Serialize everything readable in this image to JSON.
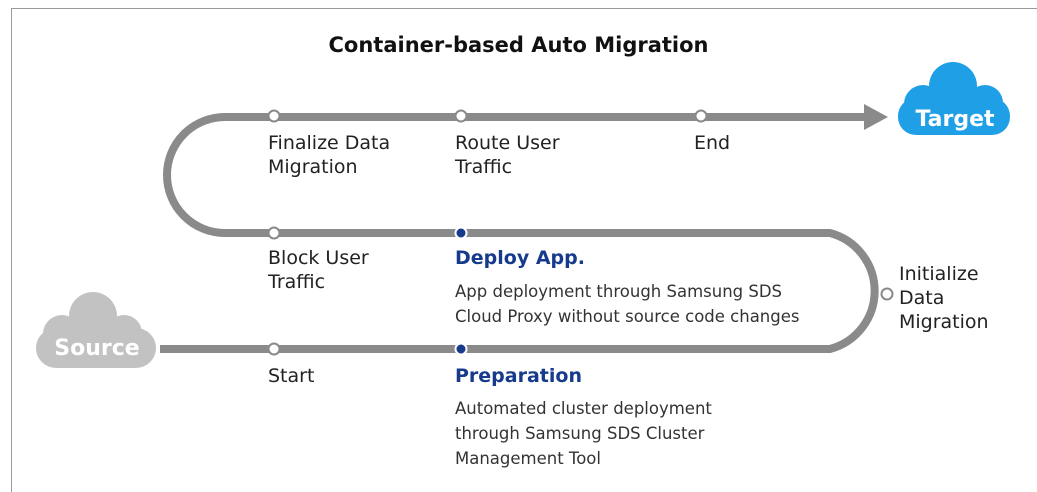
{
  "title": "Container-based Auto Migration",
  "source_label": "Source",
  "target_label": "Target",
  "milestones": {
    "finalize": "Finalize Data\nMigration",
    "route": "Route User\nTraffic",
    "end": "End",
    "block": "Block User\nTraffic",
    "initialize": "Initialize\nData\nMigration",
    "start": "Start"
  },
  "steps": {
    "deploy": {
      "title": "Deploy App.",
      "description": "App deployment through Samsung SDS\nCloud Proxy without source code changes"
    },
    "preparation": {
      "title": "Preparation",
      "description": "Automated cluster deployment\nthrough Samsung SDS Cluster\nManagement Tool"
    }
  },
  "colors": {
    "path": "#8a8a8a",
    "target_cloud": "#1fa0e6",
    "source_cloud": "#c2c2c2",
    "key_dot": "#163a8c",
    "step_title": "#163a8c"
  }
}
